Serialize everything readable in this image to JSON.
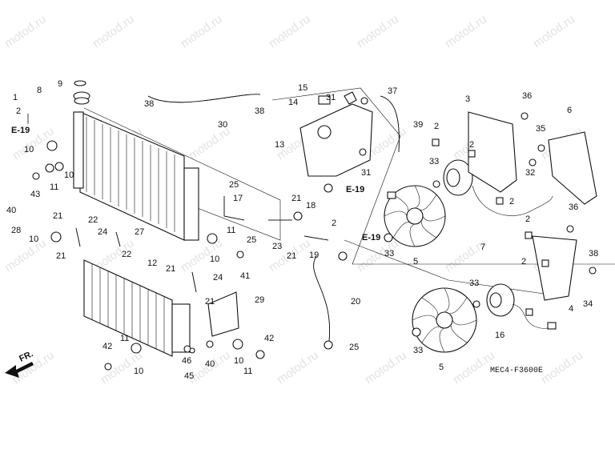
{
  "diagram": {
    "code": "MEC4-F3600E",
    "watermark": "motod.ru",
    "front_marker": "FR.",
    "refs": [
      "E-19",
      "E-19",
      "E-19"
    ],
    "callouts": [
      "1",
      "8",
      "9",
      "2",
      "38",
      "30",
      "38",
      "15",
      "14",
      "31",
      "37",
      "39",
      "3",
      "36",
      "6",
      "35",
      "13",
      "31",
      "2",
      "32",
      "10",
      "43",
      "11",
      "10",
      "40",
      "21",
      "22",
      "28",
      "10",
      "24",
      "27",
      "21",
      "22",
      "12",
      "21",
      "24",
      "21",
      "29",
      "25",
      "17",
      "21",
      "18",
      "23",
      "21",
      "19",
      "11",
      "25",
      "10",
      "41",
      "2",
      "33",
      "2",
      "5",
      "7",
      "2",
      "36",
      "33",
      "2",
      "38",
      "4",
      "34",
      "16",
      "33",
      "5",
      "20",
      "25",
      "42",
      "11",
      "10",
      "46",
      "45",
      "40",
      "10",
      "11",
      "42",
      "2",
      "33"
    ]
  }
}
